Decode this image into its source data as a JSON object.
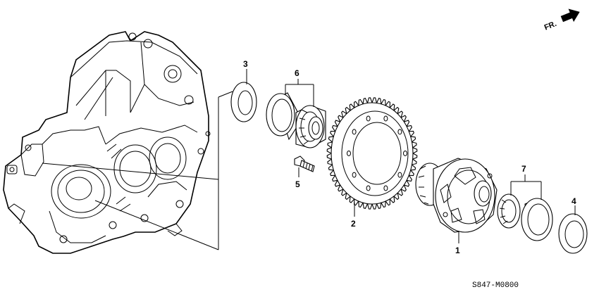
{
  "diagram_code": "S847-M0800",
  "direction_label": "FR.",
  "callouts": [
    {
      "id": "1",
      "text": "1",
      "part": "differential-assembly"
    },
    {
      "id": "2",
      "text": "2",
      "part": "final-driven-gear"
    },
    {
      "id": "3",
      "text": "3",
      "part": "shim"
    },
    {
      "id": "4",
      "text": "4",
      "part": "oil-seal"
    },
    {
      "id": "5",
      "text": "5",
      "part": "bolt"
    },
    {
      "id": "6",
      "text": "6",
      "part": "tapered-bearing-set-left"
    },
    {
      "id": "7",
      "text": "7",
      "part": "tapered-bearing-set-right"
    }
  ],
  "icons": {
    "direction": "arrow-right-icon"
  }
}
